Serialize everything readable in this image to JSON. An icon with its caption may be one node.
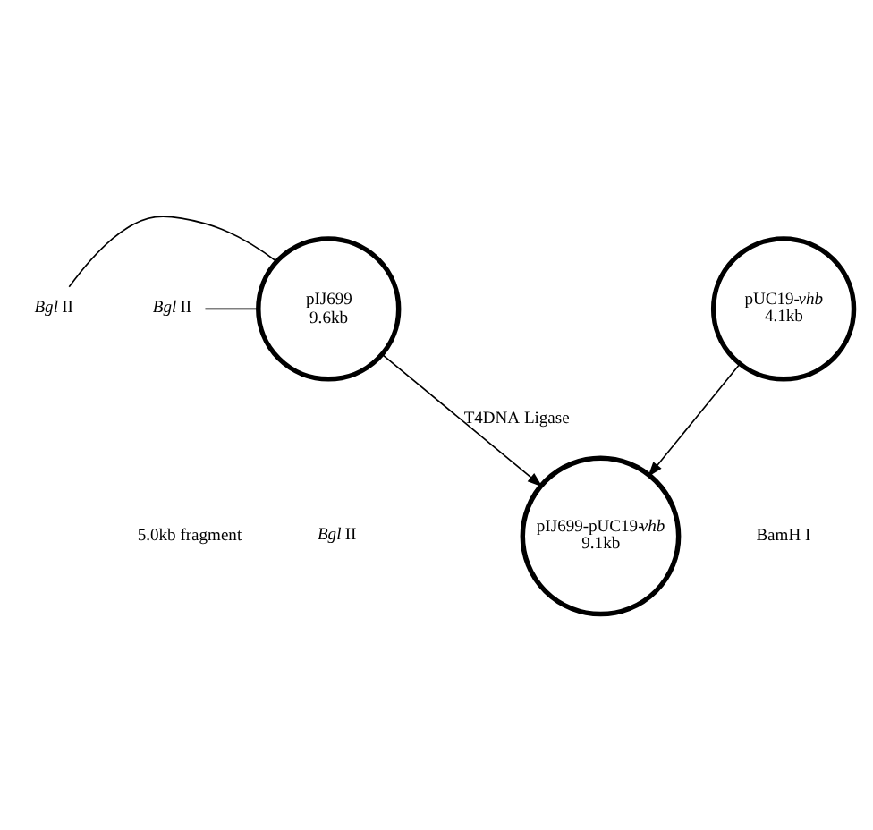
{
  "diagram": {
    "nodes": [
      {
        "text": [
          "pIJ699",
          "9.6kb"
        ]
      },
      {
        "text": [
          "*Bgl* II"
        ]
      },
      {
        "text": [
          "*Bgl* II"
        ]
      },
      {
        "text": [
          "pUC19-*vhb*",
          "4.1kb"
        ]
      },
      {
        "text": [
          "pIJ699-pUC19-*vhb*",
          "9.1kb"
        ]
      }
    ],
    "edges": [
      {
        "from": 1,
        "to": 0,
        "arrow": "none"
      },
      {
        "from": 2,
        "to": 0,
        "arrow": "none"
      },
      {
        "from": 0,
        "to": 4,
        "arrow": "to",
        "label": "T4DNA Ligase"
      },
      {
        "from": 3,
        "to": 4,
        "arrow": "to"
      }
    ],
    "labels": [
      "*Bgl* II",
      "5.0kb fragment",
      "BamH I"
    ]
  }
}
